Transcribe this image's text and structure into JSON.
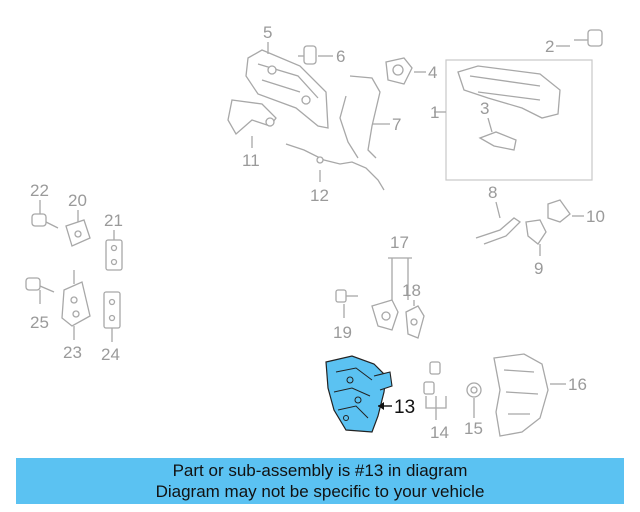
{
  "diagram": {
    "highlight_color": "#5bc2f2",
    "labels": {
      "c1": "1",
      "c2": "2",
      "c3": "3",
      "c4": "4",
      "c5": "5",
      "c6": "6",
      "c7": "7",
      "c8": "8",
      "c9": "9",
      "c10": "10",
      "c11": "11",
      "c12": "12",
      "c13": "13",
      "c14": "14",
      "c15": "15",
      "c16": "16",
      "c17": "17",
      "c18": "18",
      "c19": "19",
      "c20": "20",
      "c21": "21",
      "c22": "22",
      "c23": "23",
      "c24": "24",
      "c25": "25"
    }
  },
  "banner": {
    "line1": "Part or sub-assembly is #13 in diagram",
    "line2": "Diagram may not be specific to your vehicle"
  }
}
